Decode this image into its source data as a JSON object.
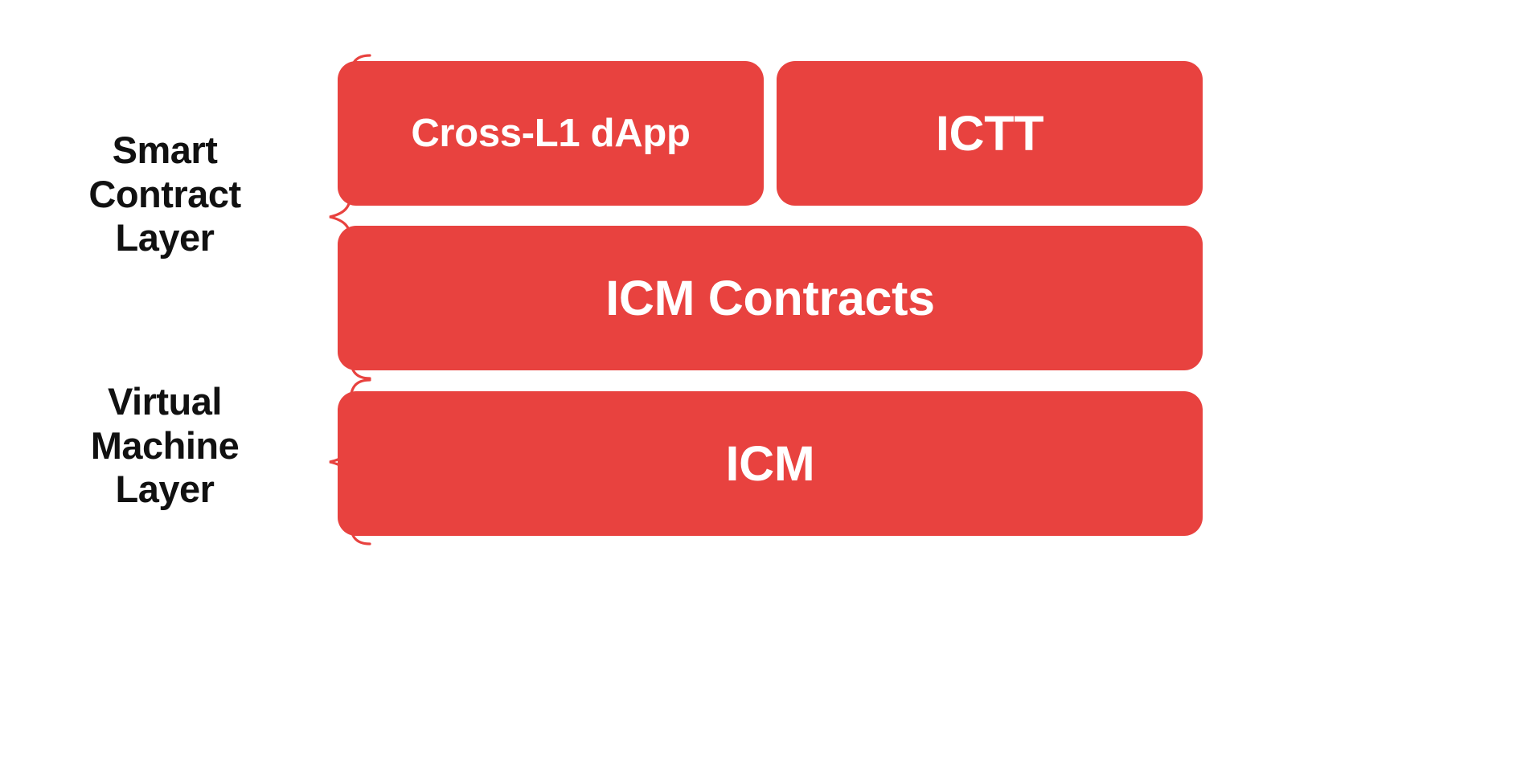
{
  "diagram": {
    "title": "Smart Contract Layer and Virtual Machine Layer stack",
    "background_color": "#ffffff",
    "accent_color": "#e8423f",
    "box_text_color": "#ffffff",
    "label_text_color": "#111111"
  },
  "layers": [
    {
      "id": "smart-contract-layer",
      "label": "Smart\nContract\nLayer",
      "brace_color": "#e8423f",
      "rows": [
        {
          "id": "row-apps",
          "boxes": [
            {
              "id": "cross-l1-dapp",
              "label": "Cross-L1 dApp"
            },
            {
              "id": "ictt",
              "label": "ICTT"
            }
          ]
        },
        {
          "id": "row-icm-contracts",
          "boxes": [
            {
              "id": "icm-contracts",
              "label": "ICM Contracts"
            }
          ]
        }
      ]
    },
    {
      "id": "virtual-machine-layer",
      "label": "Virtual\nMachine\nLayer",
      "brace_color": "#e8423f",
      "rows": [
        {
          "id": "row-icm",
          "boxes": [
            {
              "id": "icm",
              "label": "ICM"
            }
          ]
        }
      ]
    }
  ]
}
